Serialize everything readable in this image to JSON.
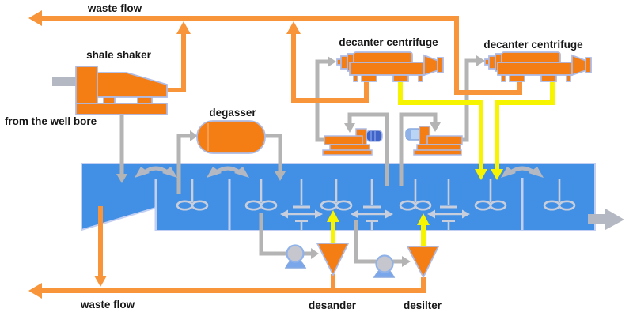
{
  "diagram": {
    "title": "drilling mud solids-control process diagram",
    "labels": {
      "waste_flow_top": "waste flow",
      "shale_shaker": "shale shaker",
      "from_well_bore": "from the well bore",
      "degasser": "degasser",
      "decanter_centrifuge_1": "decanter centrifuge",
      "decanter_centrifuge_2": "decanter centrifuge",
      "desander": "desander",
      "desilter": "desilter",
      "waste_flow_bottom": "waste flow"
    },
    "colors": {
      "equipment_orange": "#F57E14",
      "waste_line_orange": "#F8953A",
      "clean_mud_yellow": "#F7F400",
      "tank_blue": "#4190E6",
      "pipe_gray": "#B4B4B4",
      "in_tank_gray": "#C8CEDB",
      "outline_lavender": "#AEBBE5",
      "text": "#161616"
    },
    "equipment": [
      "shale shaker",
      "degasser",
      "decanter centrifuge",
      "decanter centrifuge",
      "mud tank with sand trap and agitators",
      "centrifuge feed pump 1",
      "centrifuge feed pump 2",
      "desander pump",
      "desander",
      "desilter pump",
      "desilter"
    ],
    "flows": [
      {
        "from": "well bore",
        "to": "shale shaker",
        "color": "gray"
      },
      {
        "from": "shale shaker",
        "to": "mud tank sand trap",
        "color": "gray"
      },
      {
        "from": "shale shaker solids",
        "to": "waste flow",
        "color": "orange"
      },
      {
        "from": "sand trap drain",
        "to": "waste flow",
        "color": "orange"
      },
      {
        "from": "mud tank",
        "to": "degasser",
        "color": "gray"
      },
      {
        "from": "degasser",
        "to": "mud tank",
        "color": "gray"
      },
      {
        "from": "mud tank",
        "to": "feed pump 1",
        "color": "gray"
      },
      {
        "from": "feed pump 1",
        "to": "decanter centrifuge 1",
        "color": "gray"
      },
      {
        "from": "mud tank",
        "to": "feed pump 2",
        "color": "gray"
      },
      {
        "from": "feed pump 2",
        "to": "decanter centrifuge 2",
        "color": "gray"
      },
      {
        "from": "decanter centrifuge 1 solids",
        "to": "waste flow",
        "color": "orange"
      },
      {
        "from": "decanter centrifuge 2 solids",
        "to": "waste flow",
        "color": "orange"
      },
      {
        "from": "decanter centrifuge 1 liquid",
        "to": "mud tank",
        "color": "yellow"
      },
      {
        "from": "decanter centrifuge 2 liquid",
        "to": "mud tank",
        "color": "yellow"
      },
      {
        "from": "mud tank",
        "to": "desander pump",
        "color": "gray"
      },
      {
        "from": "desander pump",
        "to": "desander",
        "color": "gray"
      },
      {
        "from": "desander overflow",
        "to": "mud tank",
        "color": "yellow"
      },
      {
        "from": "desander underflow",
        "to": "waste flow",
        "color": "orange"
      },
      {
        "from": "mud tank",
        "to": "desilter pump",
        "color": "gray"
      },
      {
        "from": "desilter pump",
        "to": "desilter",
        "color": "gray"
      },
      {
        "from": "desilter overflow",
        "to": "mud tank",
        "color": "yellow"
      },
      {
        "from": "desilter underflow",
        "to": "waste flow",
        "color": "orange"
      },
      {
        "from": "mud tank",
        "to": "suction outlet",
        "color": "gray"
      }
    ]
  }
}
